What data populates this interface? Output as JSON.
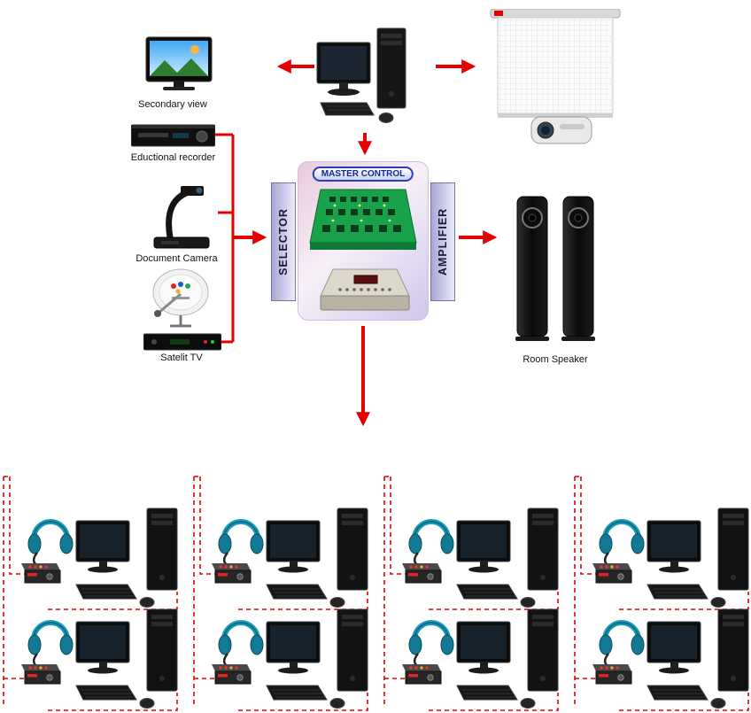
{
  "diagram": {
    "type": "av-system-topology",
    "labels": {
      "secondary_view": "Secondary view",
      "educational_recorder": "Eductional recorder",
      "document_camera": "Document Camera",
      "satellite_tv": "Satelit TV",
      "master_control": "MASTER CONTROL",
      "selector": "SELECTOR",
      "amplifier": "AMPLIFIER",
      "room_speaker": "Room Speaker"
    },
    "colors": {
      "connector_red": "#e60000",
      "master_title_blue": "#14279e",
      "panel_lavender": "#a9a6d6",
      "circuit_green": "#19a24a",
      "headphone_teal": "#1a9cba"
    },
    "structure": {
      "student_groups": 4,
      "stations_per_group": 2,
      "connections": [
        "teacher-pc -> secondary-view",
        "teacher-pc -> projector-screen",
        "teacher-pc -> master-control",
        "educational-recorder -> selector",
        "document-camera -> selector",
        "satellite-tv -> selector",
        "amplifier -> room-speakers",
        "master-control -> student-groups"
      ]
    }
  }
}
